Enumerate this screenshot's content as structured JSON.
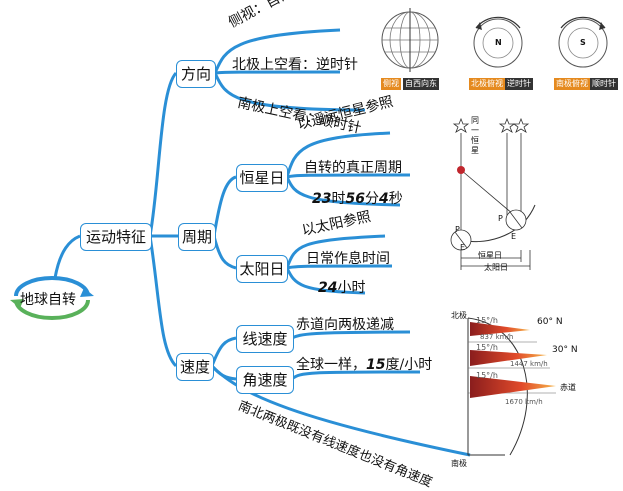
{
  "root": "地球自转",
  "main_node": "运动特征",
  "direction": {
    "title": "方向",
    "items": [
      "侧视：自西向东",
      "北极上空看：逆时针",
      "南极上空看：顺时针"
    ]
  },
  "period": {
    "title": "周期",
    "sidereal": {
      "title": "恒星日",
      "items": [
        "以遥远恒星参照",
        "自转的真正周期"
      ],
      "duration": {
        "h": "23",
        "h_unit": "时",
        "m": "56",
        "m_unit": "分",
        "s": "4",
        "s_unit": "秒"
      }
    },
    "solar": {
      "title": "太阳日",
      "items": [
        "以太阳参照",
        "日常作息时间"
      ],
      "duration": {
        "h": "24",
        "h_unit": "小时"
      }
    }
  },
  "speed": {
    "title": "速度",
    "linear": {
      "title": "线速度",
      "desc": "赤道向两极递减"
    },
    "angular": {
      "title": "角速度",
      "desc_pre": "全球一样，",
      "value": "15",
      "desc_post": "度/小时"
    },
    "note": "南北两极既没有线速度也没有角速度"
  },
  "globes": [
    {
      "tag_a": "侧视",
      "tag_b": "自西向东"
    },
    {
      "tag_a": "北极俯视",
      "tag_b": "逆时针",
      "pole": "N"
    },
    {
      "tag_a": "南极俯视",
      "tag_b": "顺时针",
      "pole": "S"
    }
  ],
  "star_diagram": {
    "star_label": "同一恒星",
    "sidereal_day": "恒星日",
    "solar_day": "太阳日",
    "p": "P",
    "e": "E"
  },
  "speed_diagram": {
    "north": "北极",
    "south": "南极",
    "equator": "赤道",
    "lat60": "60° N",
    "lat30": "30° N",
    "deg": "15°/h",
    "v60": "837 km/h",
    "v30": "1447 km/h",
    "v0": "1670 km/h"
  },
  "colors": {
    "branch": "#2a8fd6",
    "orange": "#e58a1f",
    "red": "#c0262d",
    "dark": "#333333"
  }
}
